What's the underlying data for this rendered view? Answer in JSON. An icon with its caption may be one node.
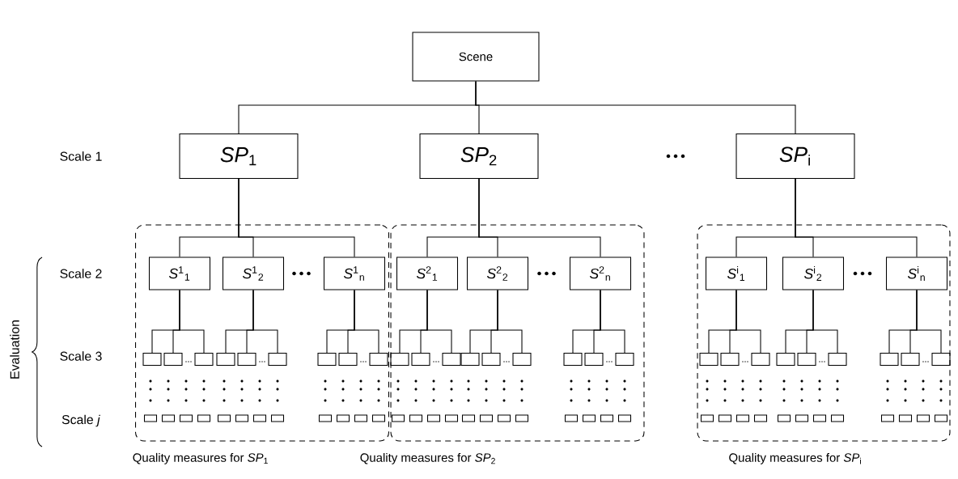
{
  "diagram": {
    "nodes": [
      {
        "text": [
          "Scene"
        ]
      },
      {
        "text": [
          "*SP*$_{1}$"
        ]
      },
      {
        "text": [
          "*SP*$_{2}$"
        ]
      },
      {
        "text": [
          "*SP*$_{i}$"
        ]
      },
      {
        "text": [
          "Quality measures for *SP*$_{1}$"
        ]
      },
      {
        "text": [
          "*S*$^{1}$$_{1}$"
        ],
        "in": 4
      },
      {
        "text": [
          "*S*$^{1}$$_{2}$"
        ],
        "in": 4
      },
      {
        "text": [
          "*S*$^{1}$$_{n}$"
        ],
        "in": 4
      },
      {
        "text": [],
        "shape": "box",
        "in": 4
      },
      {
        "text": [],
        "shape": "box",
        "in": 4
      },
      {
        "text": [],
        "shape": "box",
        "in": 4
      },
      {
        "text": [],
        "shape": "box",
        "in": 4
      },
      {
        "text": [],
        "shape": "box",
        "in": 4
      },
      {
        "text": [],
        "shape": "box",
        "in": 4
      },
      {
        "text": [],
        "shape": "box",
        "in": 4
      },
      {
        "text": [],
        "shape": "box",
        "in": 4
      },
      {
        "text": [],
        "shape": "box",
        "in": 4
      },
      {
        "text": [],
        "shape": "box",
        "in": 4
      },
      {
        "text": [],
        "shape": "box",
        "in": 4
      },
      {
        "text": [],
        "shape": "box",
        "in": 4
      },
      {
        "text": [],
        "shape": "box",
        "in": 4
      },
      {
        "text": [],
        "shape": "box",
        "in": 4
      },
      {
        "text": [],
        "shape": "box",
        "in": 4
      },
      {
        "text": [],
        "shape": "box",
        "in": 4
      },
      {
        "text": [],
        "shape": "box",
        "in": 4
      },
      {
        "text": [],
        "shape": "box",
        "in": 4
      },
      {
        "text": [],
        "shape": "box",
        "in": 4
      },
      {
        "text": [],
        "shape": "box",
        "in": 4
      },
      {
        "text": [],
        "shape": "box",
        "in": 4
      },
      {
        "text": [
          "Quality measures for *SP*$_{2}$"
        ]
      },
      {
        "text": [
          "*S*$^{2}$$_{1}$"
        ],
        "in": 29
      },
      {
        "text": [
          "*S*$^{2}$$_{2}$"
        ],
        "in": 29
      },
      {
        "text": [
          "*S*$^{2}$$_{n}$"
        ],
        "in": 29
      },
      {
        "text": [],
        "shape": "box",
        "in": 29
      },
      {
        "text": [],
        "shape": "box",
        "in": 29
      },
      {
        "text": [],
        "shape": "box",
        "in": 29
      },
      {
        "text": [],
        "shape": "box",
        "in": 29
      },
      {
        "text": [],
        "shape": "box",
        "in": 29
      },
      {
        "text": [],
        "shape": "box",
        "in": 29
      },
      {
        "text": [],
        "shape": "box",
        "in": 29
      },
      {
        "text": [],
        "shape": "box",
        "in": 29
      },
      {
        "text": [],
        "shape": "box",
        "in": 29
      },
      {
        "text": [],
        "shape": "box",
        "in": 29
      },
      {
        "text": [],
        "shape": "box",
        "in": 29
      },
      {
        "text": [],
        "shape": "box",
        "in": 29
      },
      {
        "text": [],
        "shape": "box",
        "in": 29
      },
      {
        "text": [],
        "shape": "box",
        "in": 29
      },
      {
        "text": [],
        "shape": "box",
        "in": 29
      },
      {
        "text": [],
        "shape": "box",
        "in": 29
      },
      {
        "text": [],
        "shape": "box",
        "in": 29
      },
      {
        "text": [],
        "shape": "box",
        "in": 29
      },
      {
        "text": [],
        "shape": "box",
        "in": 29
      },
      {
        "text": [],
        "shape": "box",
        "in": 29
      },
      {
        "text": [],
        "shape": "box",
        "in": 29
      },
      {
        "text": [
          "Quality measures for *SP*$_{i}$"
        ]
      },
      {
        "text": [
          "*S*$^{i}$$_{1}$"
        ],
        "in": 54
      },
      {
        "text": [
          "*S*$^{i}$$_{2}$"
        ],
        "in": 54
      },
      {
        "text": [
          "*S*$^{i}$$_{n}$"
        ],
        "in": 54
      },
      {
        "text": [],
        "shape": "box",
        "in": 54
      },
      {
        "text": [],
        "shape": "box",
        "in": 54
      },
      {
        "text": [],
        "shape": "box",
        "in": 54
      },
      {
        "text": [],
        "shape": "box",
        "in": 54
      },
      {
        "text": [],
        "shape": "box",
        "in": 54
      },
      {
        "text": [],
        "shape": "box",
        "in": 54
      },
      {
        "text": [],
        "shape": "box",
        "in": 54
      },
      {
        "text": [],
        "shape": "box",
        "in": 54
      },
      {
        "text": [],
        "shape": "box",
        "in": 54
      },
      {
        "text": [],
        "shape": "box",
        "in": 54
      },
      {
        "text": [],
        "shape": "box",
        "in": 54
      },
      {
        "text": [],
        "shape": "box",
        "in": 54
      },
      {
        "text": [],
        "shape": "box",
        "in": 54
      },
      {
        "text": [],
        "shape": "box",
        "in": 54
      },
      {
        "text": [],
        "shape": "box",
        "in": 54
      },
      {
        "text": [],
        "shape": "box",
        "in": 54
      },
      {
        "text": [],
        "shape": "box",
        "in": 54
      },
      {
        "text": [],
        "shape": "box",
        "in": 54
      },
      {
        "text": [],
        "shape": "box",
        "in": 54
      },
      {
        "text": [],
        "shape": "box",
        "in": 54
      },
      {
        "text": [],
        "shape": "box",
        "in": 54
      }
    ],
    "edges": [
      {
        "from": 0,
        "to": 1,
        "arrow": "none"
      },
      {
        "from": 0,
        "to": 2,
        "arrow": "none"
      },
      {
        "from": 0,
        "to": 3,
        "arrow": "none"
      },
      {
        "from": 1,
        "to": 5,
        "arrow": "none"
      },
      {
        "from": 1,
        "to": 6,
        "arrow": "none"
      },
      {
        "from": 1,
        "to": 7,
        "arrow": "none"
      },
      {
        "from": 2,
        "to": 30,
        "arrow": "none"
      },
      {
        "from": 2,
        "to": 31,
        "arrow": "none"
      },
      {
        "from": 2,
        "to": 32,
        "arrow": "none"
      },
      {
        "from": 3,
        "to": 55,
        "arrow": "none"
      },
      {
        "from": 3,
        "to": 56,
        "arrow": "none"
      },
      {
        "from": 3,
        "to": 57,
        "arrow": "none"
      },
      {
        "from": 5,
        "to": 8,
        "arrow": "none"
      },
      {
        "from": 5,
        "to": 9,
        "arrow": "none"
      },
      {
        "from": 5,
        "to": 10,
        "arrow": "none"
      },
      {
        "from": 6,
        "to": 11,
        "arrow": "none"
      },
      {
        "from": 6,
        "to": 12,
        "arrow": "none"
      },
      {
        "from": 6,
        "to": 13,
        "arrow": "none"
      },
      {
        "from": 7,
        "to": 14,
        "arrow": "none"
      },
      {
        "from": 7,
        "to": 15,
        "arrow": "none"
      },
      {
        "from": 7,
        "to": 16,
        "arrow": "none"
      },
      {
        "from": 30,
        "to": 33,
        "arrow": "none"
      },
      {
        "from": 30,
        "to": 34,
        "arrow": "none"
      },
      {
        "from": 30,
        "to": 35,
        "arrow": "none"
      },
      {
        "from": 31,
        "to": 36,
        "arrow": "none"
      },
      {
        "from": 31,
        "to": 37,
        "arrow": "none"
      },
      {
        "from": 31,
        "to": 38,
        "arrow": "none"
      },
      {
        "from": 32,
        "to": 39,
        "arrow": "none"
      },
      {
        "from": 32,
        "to": 40,
        "arrow": "none"
      },
      {
        "from": 32,
        "to": 41,
        "arrow": "none"
      },
      {
        "from": 55,
        "to": 58,
        "arrow": "none"
      },
      {
        "from": 55,
        "to": 59,
        "arrow": "none"
      },
      {
        "from": 55,
        "to": 60,
        "arrow": "none"
      },
      {
        "from": 56,
        "to": 61,
        "arrow": "none"
      },
      {
        "from": 56,
        "to": 62,
        "arrow": "none"
      },
      {
        "from": 56,
        "to": 63,
        "arrow": "none"
      },
      {
        "from": 57,
        "to": 64,
        "arrow": "none"
      },
      {
        "from": 57,
        "to": 65,
        "arrow": "none"
      },
      {
        "from": 57,
        "to": 66,
        "arrow": "none"
      }
    ],
    "labels": [
      "Scale 1",
      "Scale 2",
      "Scale 3",
      "Scale *j*",
      "Evaluation"
    ]
  }
}
